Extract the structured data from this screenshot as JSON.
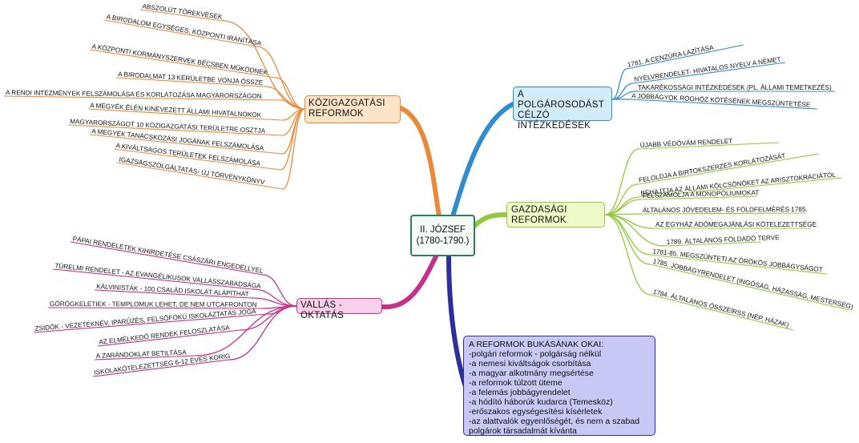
{
  "central": {
    "line1": "II. JÓZSEF",
    "line2": "(1780-1790.)"
  },
  "branches": {
    "admin": {
      "title_line1": "KÖZIGAZGATÁSI",
      "title_line2": "REFORMOK",
      "color": "#e98a3a",
      "items": [
        "ABSZOLÚT TÖREKVÉSEK",
        "A BIRODALOM EGYSÉGES, KÖZPONTI IRÁNÍTÁSA",
        "A KÖZPONTI KORMÁNYSZERVEK BÉCSBEN MŰKÖDNEK",
        "A BIRODALMAT 13 KERÜLETBE VONJA ÖSSZE",
        "A RENDI INTÉZMÉNYEK FELSZÁMOLÁSA ÉS KORLÁTOZÁSA MAGYARORSZÁGON",
        "A MEGYÉK ÉLÉN KINEVEZETT ÁLLAMI HIVATALNOKOK",
        "MAGYARORSZÁGOT 10 KÖZIGAZGATÁSI TERÜLETRE OSZTJA",
        "A MEGYÉK TANÁCSKOZÁSI JOGÁNAK FELSZÁMOLÁSA",
        "A KIVÁLTSÁGOS TERÜLETEK FELSZÁMOLÁSA",
        "IGAZSÁGSZOLGÁLTATÁS- ÚJ TÖRVÉNYKÖNYV"
      ]
    },
    "burgher": {
      "title_line1": "A POLGÁROSODÁST",
      "title_line2": "CÉLZÓ",
      "title_line3": "INTÉZKEDÉSEK",
      "color": "#2f8ccf",
      "items": [
        "1781. A CENZÚRA LAZÍTÁSA",
        "NYELVRENDELET- HIVATALOS NYELV A NÉMET",
        "TAKARÉKOSSÁGI INTÉZKEDÉSEK (PL. ÁLLAMI TEMETKEZÉS)",
        "A JOBBÁGYOK RÖGHÖZ KÖTÉSÉNEK MEGSZÜNTETÉSE"
      ]
    },
    "economy": {
      "title_line1": "GAZDASÁGI",
      "title_line2": "REFORMOK",
      "color": "#94c83c",
      "items": [
        "ÚJABB VÉDŐVÁM RENDELET",
        "FELOLDJA A BIRTOKSZERZÉS KORLÁTOZÁSÁT",
        "BEHAJTJA AZ ÁLLAMI KÖLCSÖNÖKET AZ ARISZTOKRÁCIÁTÓL",
        "FELSZÁMOLJA A MONOPÓLIUMOKAT",
        "ÁLTALÁNOS JÖVEDELEM- ÉS FÖLDFELMÉRÉS 1785.",
        "AZ EGYHÁZ ADÓMEGAJÁNLÁSI KÖTELEZETTSÉGE",
        "1789. ÁLTALÁNOS FÖLDADÓ TERVE",
        "1781-85. MEGSZÜNTETI AZ ÖRÖKÖS JOBBÁGYSÁGOT",
        "1785. JOBBÁGYRENDELET (INGÓSÁG, HÁZASSÁG, MESTERSÉG)",
        "1784. ÁLTALÁNOS ÖSSZEÍRSS (NÉP, HÁZAK)"
      ]
    },
    "religion": {
      "title": "VALLÁS - OKTATÁS",
      "color": "#c4318a",
      "items": [
        "PÁPAI RENDELETEK KIHIRDETÉSE CSÁSZÁRI ENGEDÉLLYEL",
        "TÜRELMI RENDELET - AZ EVANGÉLIKUSOK VALLÁSSZABADSÁGA",
        "KÁLVINISTÁK - 100 CSALÁD ISKOLÁT ALAPÍTHAT",
        "GÖRÖGKELETIEK - TEMPLOMUK LEHET, DE NEM UTCAFRONTON",
        "ZSIDÓK - VEZETÉKNÉV, IPARŰZÉS, FELSŐFOKÚ ISKOLÁZTATÁS JOGA",
        "AZ ELMÉLKEDŐ RENDEK FELOSZLATÁSA",
        "A ZARÁNDOKLAT BETILTÁSA",
        "ISKOLAKÖTELEZETTSÉG 6-12 ÉVES KORIG"
      ]
    },
    "failure": {
      "color": "#2c2f9c",
      "lines": [
        "A REFORMOK BUKÁSÁNAK OKAI:",
        "-polgári reformok - polgárság nélkül",
        "-a nemesi kiváltságok csorbítása",
        "-a magyar alkotmány megsértése",
        "-a reformok túlzott üteme",
        "-a felemás jobbágyrendelet",
        "-a hódító háborúk kudarca (Temesköz)",
        "-erőszakos egységesítési kísérletek",
        "-az alattvalók egyenlőségét, és nem a szabad",
        "polgárok társadalmát kívánta"
      ]
    }
  }
}
